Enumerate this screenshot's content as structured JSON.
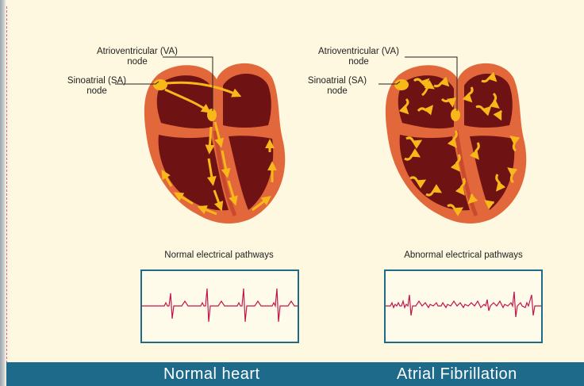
{
  "normal": {
    "av_label_line1": "Atrioventricular (VA)",
    "av_label_line2": "node",
    "sa_label_line1": "Sinoatrial (SA)",
    "sa_label_line2": "node",
    "caption": "Normal electrical pathways",
    "footer": "Normal heart"
  },
  "afib": {
    "av_label_line1": "Atrioventricular (VA)",
    "av_label_line2": "node",
    "sa_label_line1": "Sinoatrial (SA)",
    "sa_label_line2": "node",
    "caption": "Abnormal electrical pathways",
    "footer": "Atrial Fibrillation"
  },
  "colors": {
    "heart_wall": "#e2673a",
    "heart_chamber": "#6e1214",
    "pathway": "#f8b81a",
    "ecg_trace": "#c4154c",
    "ecg_border": "#1e6a8a",
    "footer_bg": "#1e6a8a",
    "background": "#fdf8df"
  }
}
